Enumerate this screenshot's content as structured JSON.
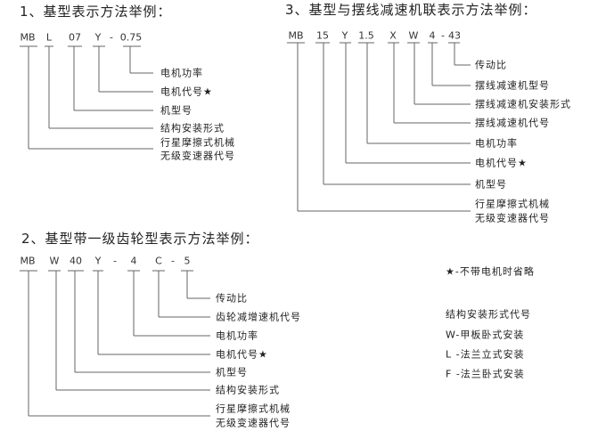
{
  "section1": {
    "title": "1、基型表示方法举例：",
    "codes": [
      "MB",
      "L",
      "07",
      "Y",
      "-",
      "0.75"
    ],
    "labels": [
      "电机功率",
      "电机代号★",
      "机型号",
      "结构安装形式",
      "行星摩擦式机械",
      "无级变速器代号"
    ]
  },
  "section2": {
    "title": "2、基型带一级齿轮型表示方法举例：",
    "codes": [
      "MB",
      "W",
      "40",
      "Y",
      "-",
      "4",
      "C",
      "-",
      "5"
    ],
    "labels": [
      "传动比",
      "齿轮减增速机代号",
      "电机功率",
      "电机代号★",
      "机型号",
      "结构安装形式",
      "行星摩擦式机械",
      "无级变速器代号"
    ]
  },
  "section3": {
    "title": "3、基型与摆线减速机联表示方法举例：",
    "codes": [
      "MB",
      "15",
      "Y",
      "1.5",
      "X",
      "W",
      "4",
      "-",
      "43"
    ],
    "labels": [
      "传动比",
      "摆线减速机型号",
      "摆线减速机安装形式",
      "摆线减速机代号",
      "电机功率",
      "电机代号★",
      "机型号",
      "行星摩擦式机械",
      "无级变速器代号"
    ]
  },
  "legend": {
    "note": "★-不带电机时省略",
    "heading": "结构安装形式代号",
    "items": [
      "W-甲板卧式安装",
      "L -法兰立式安装",
      "F -法兰卧式安装"
    ]
  }
}
